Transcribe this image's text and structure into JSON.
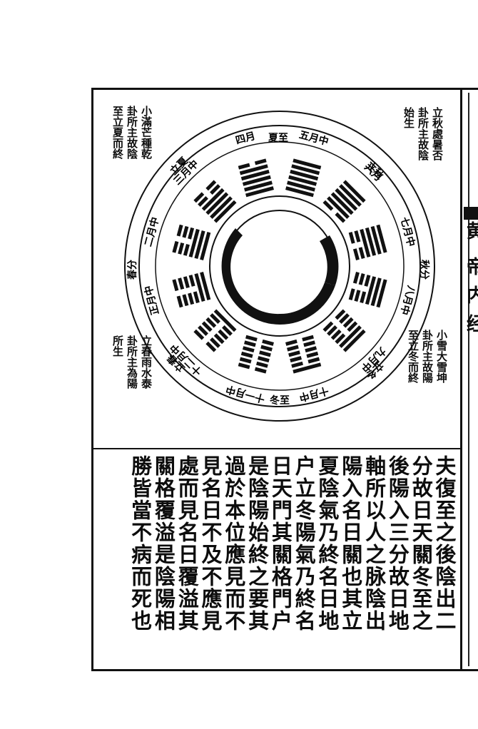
{
  "margin": {
    "glyphs": [
      "黄",
      "帝",
      "内",
      "经"
    ]
  },
  "diagram": {
    "outer_ring": {
      "top": "夏至",
      "upper_right": "立秋",
      "right": "秋分",
      "lower_right": "立冬",
      "bottom": "冬至",
      "lower_left": "立春",
      "left": "春分",
      "upper_left": "立夏"
    },
    "months": {
      "top": "五月中",
      "upper_right_1": "六月",
      "upper_right_2": "七月中",
      "right": "八月中",
      "lower_right_1": "九月中",
      "lower_right_2": "十月中",
      "bottom": "十一月中",
      "lower_left_1": "十二月中",
      "lower_left_2": "正月中",
      "left": "二月中",
      "upper_left_1": "三月中",
      "upper_left_2": "四月"
    }
  },
  "corner_notes": {
    "top_left": [
      "小滿芒種乾",
      "卦所主故陰",
      "至立夏而終"
    ],
    "top_right": [
      "立秋處暑否",
      "卦所主故陰",
      "始生"
    ],
    "bottom_left": [
      "立春雨水泰",
      "卦所主為陽",
      "所生"
    ],
    "bottom_right": [
      "小雪大雪坤",
      "卦所主故陽",
      "至立冬而終"
    ]
  },
  "body_text": [
    "夫復至之後陰出二",
    "分故日天關冬至之",
    "後陽入三分故日地",
    "軸所以人之脉陰出",
    "陽入名日關也其立",
    "夏陰氣乃終名日地",
    "户立冬陽氣乃終名",
    "日天門其關格門户",
    "是陰陽始終之要其",
    "過於本位應見而不",
    "見名日不及不應見",
    "處而見名日覆溢其",
    "關格覆溢是陰陽相",
    "勝皆當不病而死也"
  ]
}
